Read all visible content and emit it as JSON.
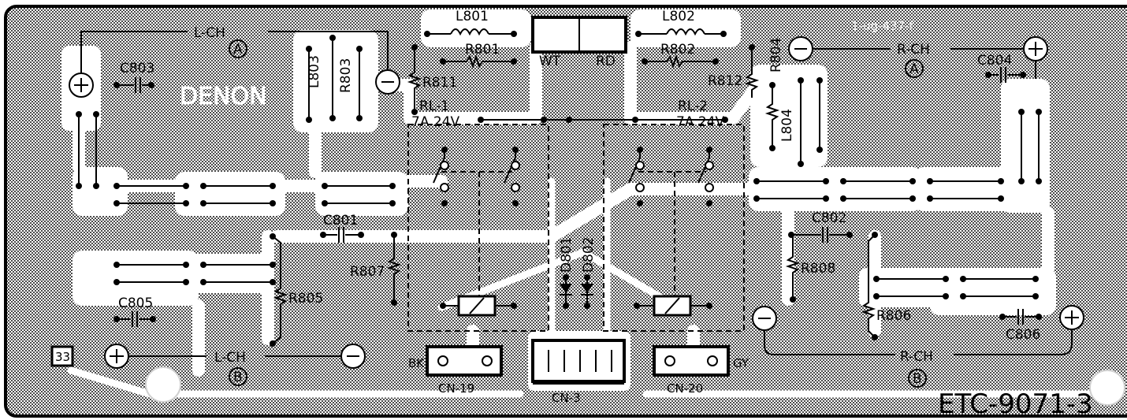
{
  "board": {
    "part_number": "ETC-9071-3",
    "brand": "DENON",
    "page_number": "33",
    "faint_marking": "1-ug-437-f"
  },
  "channels": {
    "lch_a": {
      "label": "L-CH",
      "badge": "A"
    },
    "rch_a": {
      "label": "R-CH",
      "badge": "A"
    },
    "lch_b": {
      "label": "L-CH",
      "badge": "B"
    },
    "rch_b": {
      "label": "R-CH",
      "badge": "B"
    }
  },
  "relays": {
    "rl1": {
      "name": "RL-1",
      "rating": "7A 24V"
    },
    "rl2": {
      "name": "RL-2",
      "rating": "7A 24V"
    }
  },
  "connectors": {
    "cn19": {
      "name": "CN-19",
      "color": "BK"
    },
    "cn3": {
      "name": "CN-3"
    },
    "cn20": {
      "name": "CN-20",
      "color": "GY"
    },
    "top": {
      "left": "WT",
      "right": "RD"
    }
  },
  "components": {
    "l801": "L801",
    "l802": "L802",
    "l803": "L803",
    "l804": "L804",
    "r801": "R801",
    "r802": "R802",
    "r803": "R803",
    "r804": "R804",
    "r805": "R805",
    "r806": "R806",
    "r807": "R807",
    "r808": "R808",
    "r811": "R811",
    "r812": "R812",
    "c801": "C801",
    "c802": "C802",
    "c803": "C803",
    "c804": "C804",
    "c805": "C805",
    "c806": "C806",
    "d801": "D801",
    "d802": "D802"
  },
  "terminals": {
    "plus": "+",
    "minus": "−"
  },
  "colors": {
    "board": "#8f8f8f",
    "trace": "#ffffff",
    "ink": "#000000"
  }
}
